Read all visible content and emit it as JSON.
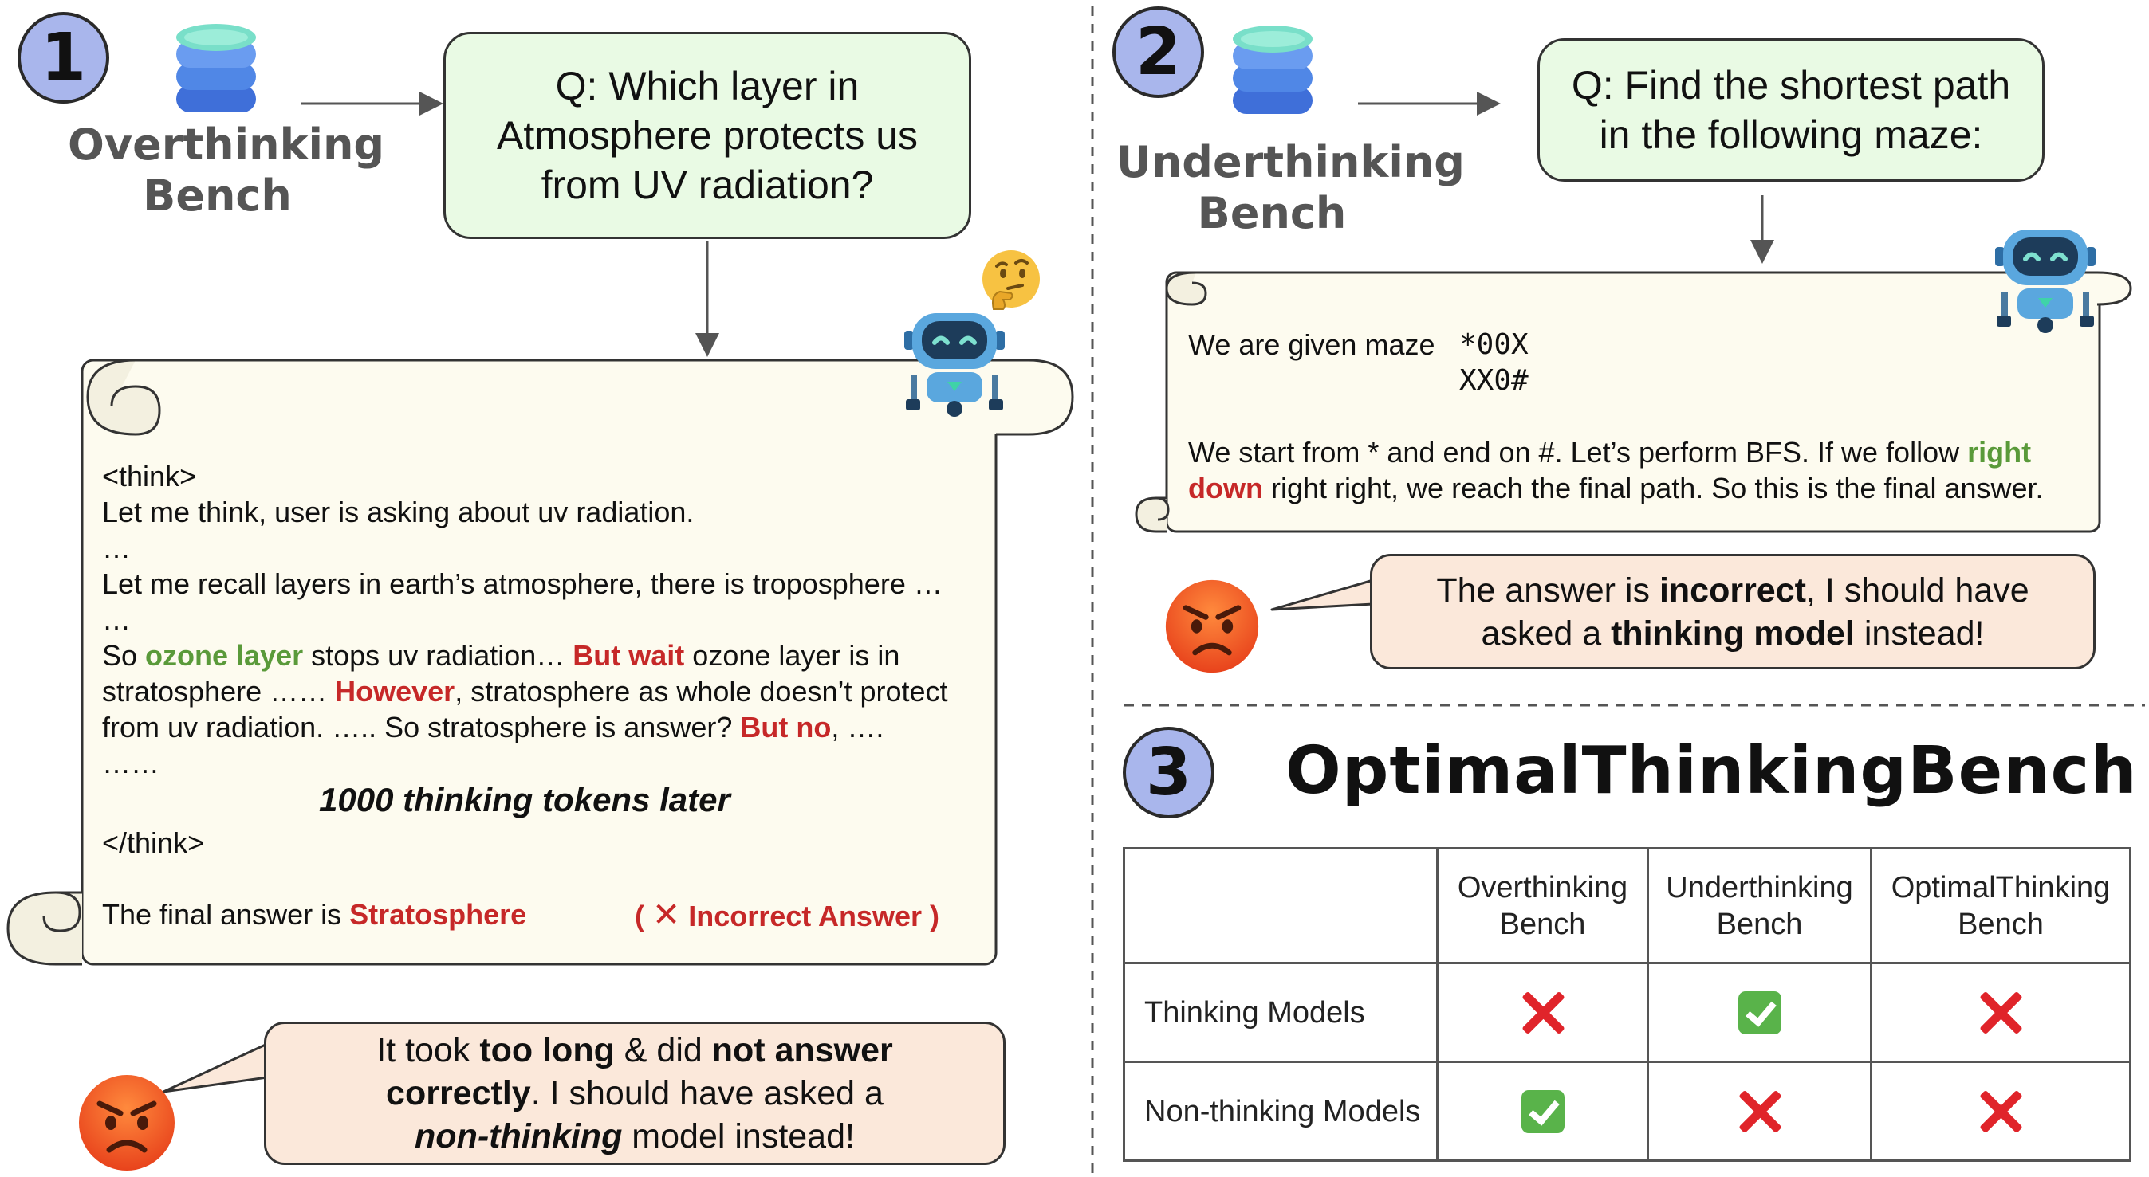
{
  "panel1": {
    "number": "1",
    "bench_label": [
      "Overthinking",
      "Bench"
    ],
    "question": [
      "Q: Which layer in",
      "Atmosphere protects us",
      "from UV radiation?"
    ],
    "think_open": "<think>",
    "line1": "Let me think, user is asking about uv radiation.",
    "dots1": "…",
    "line2": "Let me recall layers in earth’s atmosphere, there is troposphere …",
    "dots2": "…",
    "l3_a": "So ",
    "l3_ozone": "ozone layer",
    "l3_b": " stops uv radiation… ",
    "l3_butwait": "But wait",
    "l3_c": " ozone layer is in",
    "l4_a": "stratosphere …… ",
    "l4_however": "However",
    "l4_b": ", stratosphere as whole doesn’t protect",
    "l5_a": "from uv radiation. ….. So stratosphere is answer? ",
    "l5_butno": "But no",
    "l5_b": ", ….",
    "dots3": "……",
    "thinking_later": "1000 thinking tokens later",
    "think_close": "</think>",
    "final_prefix": "The final answer is ",
    "final_answer": "Stratosphere",
    "verdict_open": "( ",
    "verdict_mark": "✕",
    "verdict_text": "Incorrect Answer )",
    "bubble": {
      "p1": "It took ",
      "b1": "too long",
      "p2": " & did ",
      "b2": "not answer",
      "b3": "correctly",
      "p3": ". I should have asked a",
      "b4": "non-thinking",
      "p4": " model instead!"
    }
  },
  "panel2": {
    "number": "2",
    "bench_label": [
      "Underthinking",
      "Bench"
    ],
    "question": [
      "Q: Find the shortest path",
      "in the following maze:"
    ],
    "maze_intro": "We are given maze",
    "maze_rows": [
      "*00X",
      "XX0#"
    ],
    "l1_a": "We start from * and end on #. Let’s perform BFS. If we follow ",
    "l1_right": "right",
    "l2_down": "down",
    "l2_b": " right right, we reach the final path. So this is the final answer.",
    "bubble": {
      "p1": "The answer is ",
      "b1": "incorrect",
      "p2": ", I should have",
      "p3": "asked a ",
      "b2": "thinking model",
      "p4": " instead!"
    }
  },
  "panel3": {
    "number": "3",
    "title": "OptimalThinkingBench",
    "columns": [
      [
        "Overthinking",
        "Bench"
      ],
      [
        "Underthinking",
        "Bench"
      ],
      [
        "OptimalThinking",
        "Bench"
      ]
    ],
    "rows": [
      {
        "label": "Thinking Models",
        "values": [
          "cross",
          "check",
          "cross"
        ]
      },
      {
        "label": "Non-thinking Models",
        "values": [
          "check",
          "cross",
          "cross"
        ]
      }
    ]
  },
  "colors": {
    "question_fill": "#e9fae4",
    "scroll_fill": "#fdfbef",
    "bubble_fill": "#fbe8da",
    "number_circle": "#a9b6ec",
    "highlight_green": "#5a9a3a",
    "highlight_red": "#c62828"
  },
  "icons": [
    "database-icon",
    "robot-icon",
    "thinking-face-icon",
    "angry-face-icon",
    "cross-mark-icon",
    "check-mark-icon"
  ]
}
